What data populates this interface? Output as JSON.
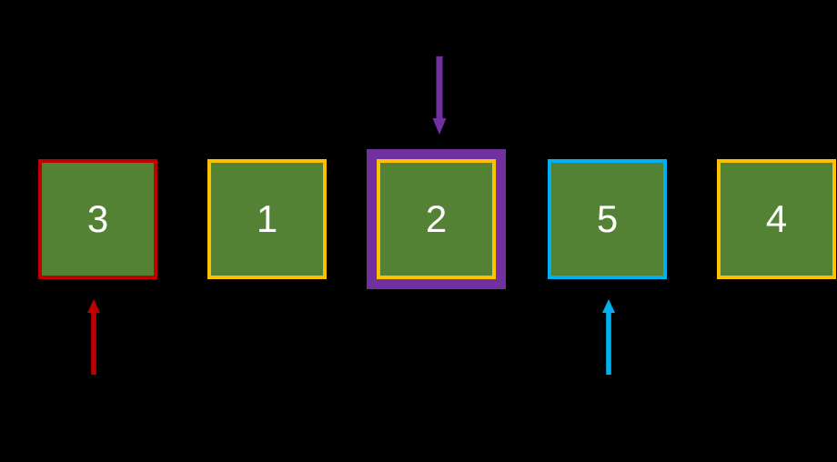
{
  "slide": {
    "background_color": "#000000",
    "text_color": "#FFFFFF"
  },
  "boxes": [
    {
      "label": "3",
      "fill": "#548235",
      "border_color": "#C00000"
    },
    {
      "label": "1",
      "fill": "#548235",
      "border_color": "#FFC000"
    },
    {
      "label": "2",
      "fill": "#548235",
      "border_color": "#FFC000",
      "highlight_color": "#7030A0"
    },
    {
      "label": "5",
      "fill": "#548235",
      "border_color": "#00B0F0"
    },
    {
      "label": "4",
      "fill": "#548235",
      "border_color": "#FFC000"
    }
  ],
  "arrows": [
    {
      "icon": "arrow-down-icon",
      "direction": "down",
      "color": "#7030A0",
      "points_to_label": "2"
    },
    {
      "icon": "arrow-up-icon",
      "direction": "up",
      "color": "#C00000",
      "points_to_label": "3"
    },
    {
      "icon": "arrow-up-icon",
      "direction": "up",
      "color": "#00B0F0",
      "points_to_label": "5"
    }
  ]
}
